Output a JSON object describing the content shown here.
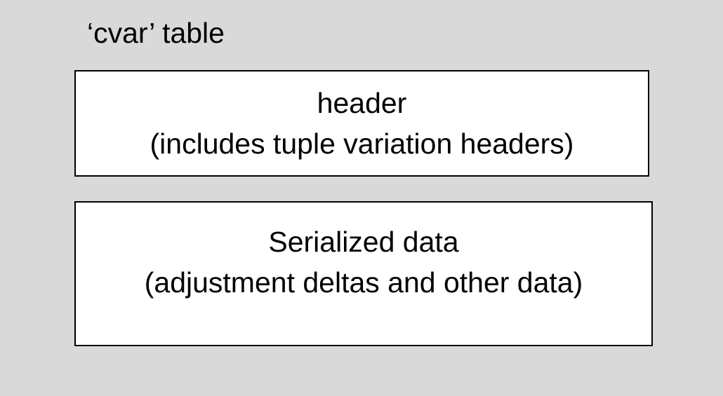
{
  "colors": {
    "background": "#d9d9d9",
    "box_fill": "#ffffff",
    "box_border": "#000000",
    "text": "#000000"
  },
  "diagram": {
    "title": "‘cvar’ table",
    "boxes": [
      {
        "name": "header",
        "line1": "header",
        "line2": "(includes tuple variation headers)"
      },
      {
        "name": "serialized-data",
        "line1": "Serialized data",
        "line2": "(adjustment deltas and other data)"
      }
    ]
  }
}
